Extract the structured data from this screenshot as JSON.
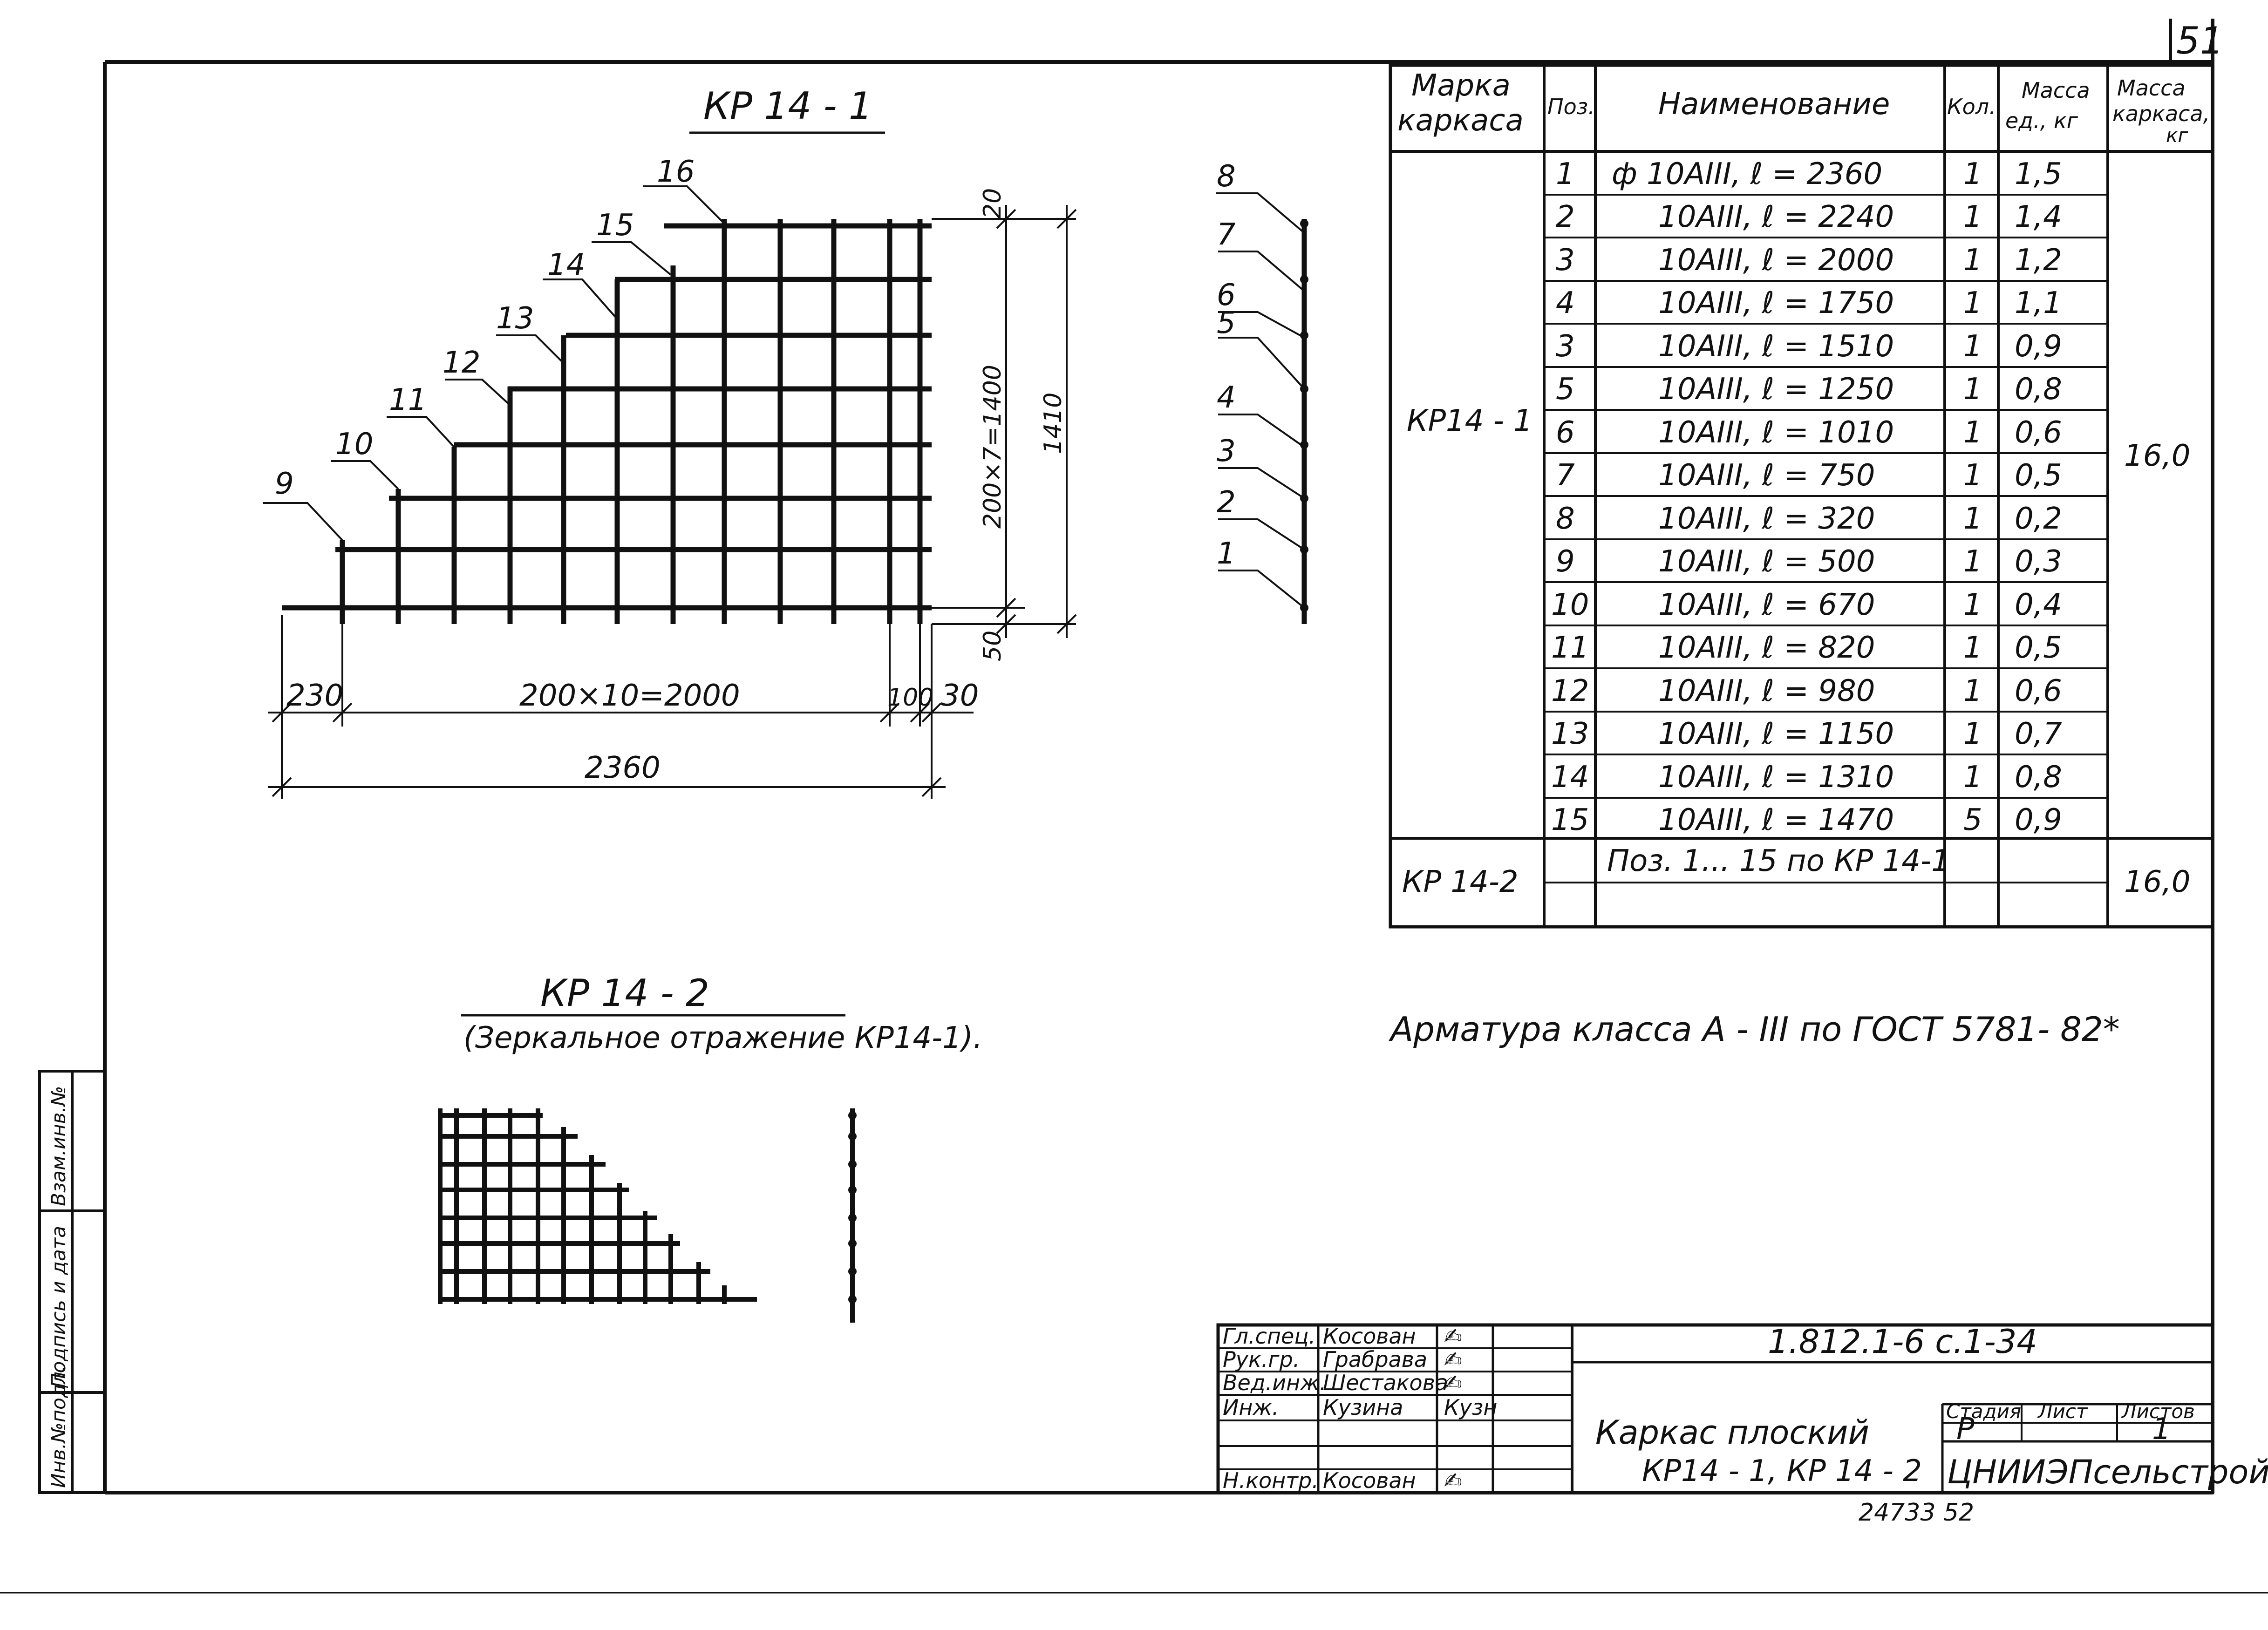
{
  "sheet": {
    "number": "51",
    "footer_number": "24733  52",
    "side_strip": [
      "Инв.№подл.",
      "Подпись и дата",
      "Взам.инв.№"
    ]
  },
  "drawing_kr14_1": {
    "title": "КР 14 - 1",
    "wire_labels": [
      "9",
      "10",
      "11",
      "12",
      "13",
      "14",
      "15",
      "16"
    ],
    "side_labels": [
      "8",
      "7",
      "6",
      "5",
      "4",
      "3",
      "2",
      "1"
    ],
    "dimensions": {
      "d230": "230",
      "d2000": "200×10=2000",
      "d100": "100",
      "d30": "30",
      "d2360": "2360",
      "d20": "20",
      "d1400": "200×7=1400",
      "d1410": "1410",
      "d50": "50"
    }
  },
  "drawing_kr14_2": {
    "title": "КР 14 - 2",
    "subtitle": "(Зеркальное отражение КР14-1)."
  },
  "spec_table": {
    "headers": {
      "marka": [
        "Марка",
        "каркаса"
      ],
      "pos": "Поз.",
      "name": "Наименование",
      "qty": "Кол.",
      "mass_unit": [
        "Масса",
        "ед., кг"
      ],
      "mass_frame": [
        "Масса",
        "каркаса,",
        "кг"
      ]
    },
    "group1": {
      "marka": "КР14 - 1",
      "mass": "16,0"
    },
    "rows": [
      {
        "pos": "1",
        "name": "ф  10АIII,  ℓ = 2360",
        "qty": "1",
        "mass": "1,5"
      },
      {
        "pos": "2",
        "name": "10АIII,  ℓ = 2240",
        "qty": "1",
        "mass": "1,4"
      },
      {
        "pos": "3",
        "name": "10АIII,  ℓ = 2000",
        "qty": "1",
        "mass": "1,2"
      },
      {
        "pos": "4",
        "name": "10АIII,  ℓ = 1750",
        "qty": "1",
        "mass": "1,1"
      },
      {
        "pos": "3",
        "name": "10АIII,  ℓ = 1510",
        "qty": "1",
        "mass": "0,9"
      },
      {
        "pos": "5",
        "name": "10АIII,  ℓ = 1250",
        "qty": "1",
        "mass": "0,8"
      },
      {
        "pos": "6",
        "name": "10АIII,  ℓ = 1010",
        "qty": "1",
        "mass": "0,6"
      },
      {
        "pos": "7",
        "name": "10АIII,  ℓ = 750",
        "qty": "1",
        "mass": "0,5"
      },
      {
        "pos": "8",
        "name": "10АIII,  ℓ = 320",
        "qty": "1",
        "mass": "0,2"
      },
      {
        "pos": "9",
        "name": "10АIII,  ℓ = 500",
        "qty": "1",
        "mass": "0,3"
      },
      {
        "pos": "10",
        "name": "10АIII,  ℓ = 670",
        "qty": "1",
        "mass": "0,4"
      },
      {
        "pos": "11",
        "name": "10АIII,  ℓ = 820",
        "qty": "1",
        "mass": "0,5"
      },
      {
        "pos": "12",
        "name": "10АIII,  ℓ = 980",
        "qty": "1",
        "mass": "0,6"
      },
      {
        "pos": "13",
        "name": "10АIII,  ℓ = 1150",
        "qty": "1",
        "mass": "0,7"
      },
      {
        "pos": "14",
        "name": "10АIII,  ℓ = 1310",
        "qty": "1",
        "mass": "0,8"
      },
      {
        "pos": "15",
        "name": "10АIII,  ℓ = 1470",
        "qty": "5",
        "mass": "0,9"
      }
    ],
    "group2": {
      "marka": "КР 14-2",
      "name": "Поз. 1... 15 по КР 14-1",
      "mass": "16,0"
    }
  },
  "note": "Арматура класса А - III по ГОСТ 5781- 82*",
  "title_block": {
    "people": [
      {
        "role": "Гл.спец.",
        "name": "Косован",
        "sign": "✍"
      },
      {
        "role": "Рук.гр.",
        "name": "Грабрава",
        "sign": "✍"
      },
      {
        "role": "Вед.инж.",
        "name": "Шестакова",
        "sign": "✍"
      },
      {
        "role": "Инж.",
        "name": "Кузина",
        "sign": "Кузн"
      },
      {
        "role": "",
        "name": "",
        "sign": ""
      },
      {
        "role": "",
        "name": "",
        "sign": ""
      },
      {
        "role": "Н.контр.",
        "name": "Косован",
        "sign": "✍"
      }
    ],
    "code": "1.812.1-6 с.1-34",
    "title_line1": "Каркас плоский",
    "title_line2": "КР14 - 1,  КР 14 - 2",
    "stage_label": "Стадия",
    "sheet_label": "Лист",
    "sheets_label": "Листов",
    "stage": "Р",
    "sheets": "1",
    "org": "ЦНИИЭПсельстрой"
  }
}
